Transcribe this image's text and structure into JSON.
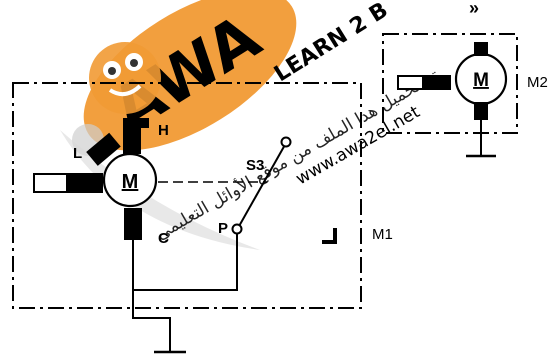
{
  "diagram": {
    "motor_symbol": "M",
    "modules": {
      "m1": "M1",
      "m2": "M2"
    },
    "terminals": {
      "h": "H",
      "l": "L",
      "c": "C",
      "p": "P"
    },
    "switch_label": "S3",
    "corner_mark": "»",
    "colors": {
      "ink": "#000000",
      "watermark_orange": "#f19a34",
      "watermark_red": "#e8413a",
      "watermark_grey": "#d9d9d9"
    }
  },
  "watermark": {
    "logo_text": "AWA",
    "tagline": "LEARN 2 B",
    "arabic_text": "تم تحميل هذا الملف من موقع الأوائل التعليمي",
    "url": "www.awa2el.net"
  }
}
